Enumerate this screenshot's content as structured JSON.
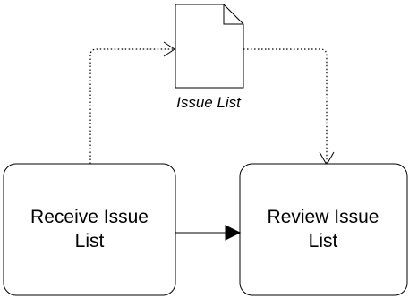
{
  "diagram": {
    "document": {
      "label": "Issue List",
      "icon": "document-icon"
    },
    "left_box": {
      "line1": "Receive Issue",
      "line2": "List"
    },
    "right_box": {
      "line1": "Review Issue",
      "line2": "List"
    },
    "colors": {
      "stroke": "#000000",
      "fill": "#ffffff"
    }
  }
}
